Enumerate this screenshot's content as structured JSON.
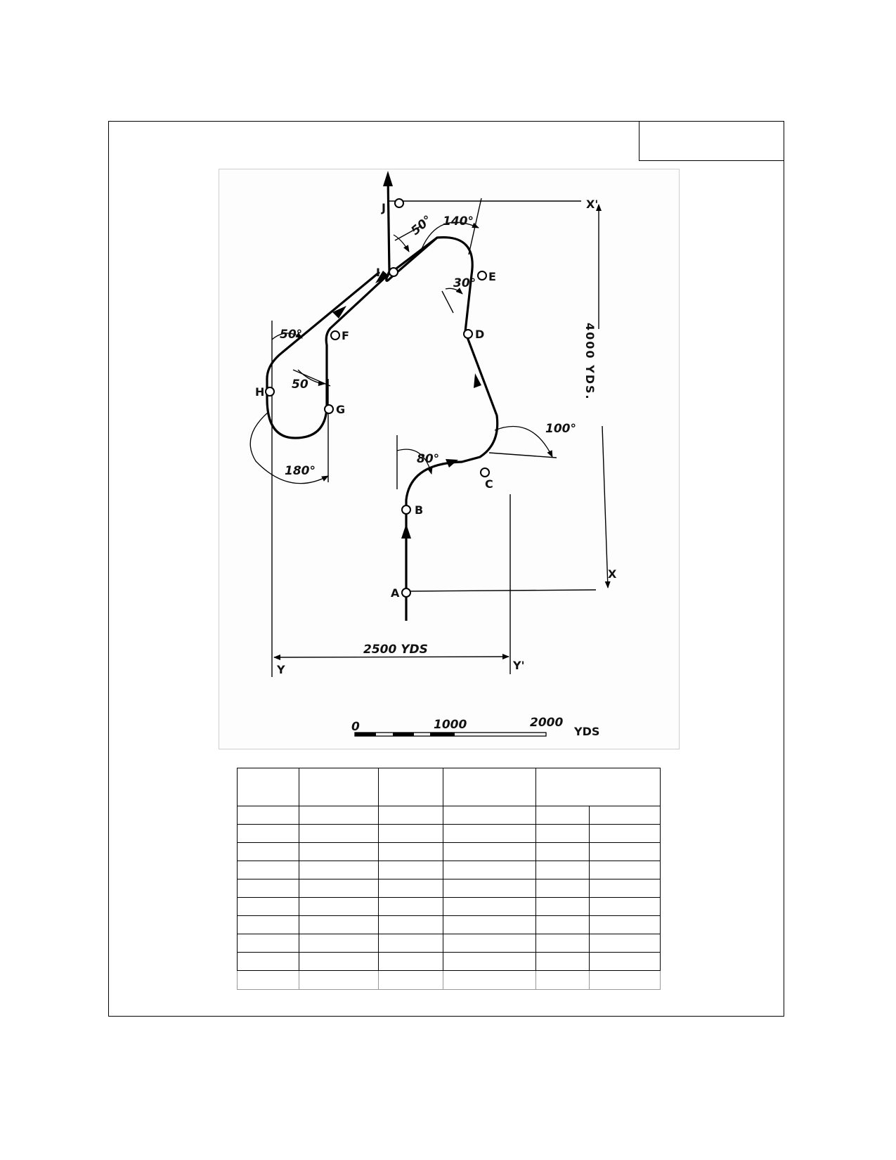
{
  "diagram": {
    "points": [
      "A",
      "B",
      "C",
      "D",
      "E",
      "F",
      "G",
      "H",
      "I",
      "J"
    ],
    "axis_labels": {
      "x": "X",
      "x_prime": "X'",
      "y": "Y",
      "y_prime": "Y'"
    },
    "angles": {
      "cb": "80°",
      "cd": "100°",
      "de": "30°",
      "ej": "140°",
      "ij": "50°",
      "hf": "50°",
      "gf": "50",
      "gh": "180°"
    },
    "dimensions": {
      "vertical": "4000 YDS.",
      "horizontal": "2500 YDS"
    },
    "scale": {
      "zero": "0",
      "mid": "1000",
      "max": "2000",
      "unit": "YDS"
    }
  },
  "table": {
    "columns": 6,
    "rows": 10
  }
}
